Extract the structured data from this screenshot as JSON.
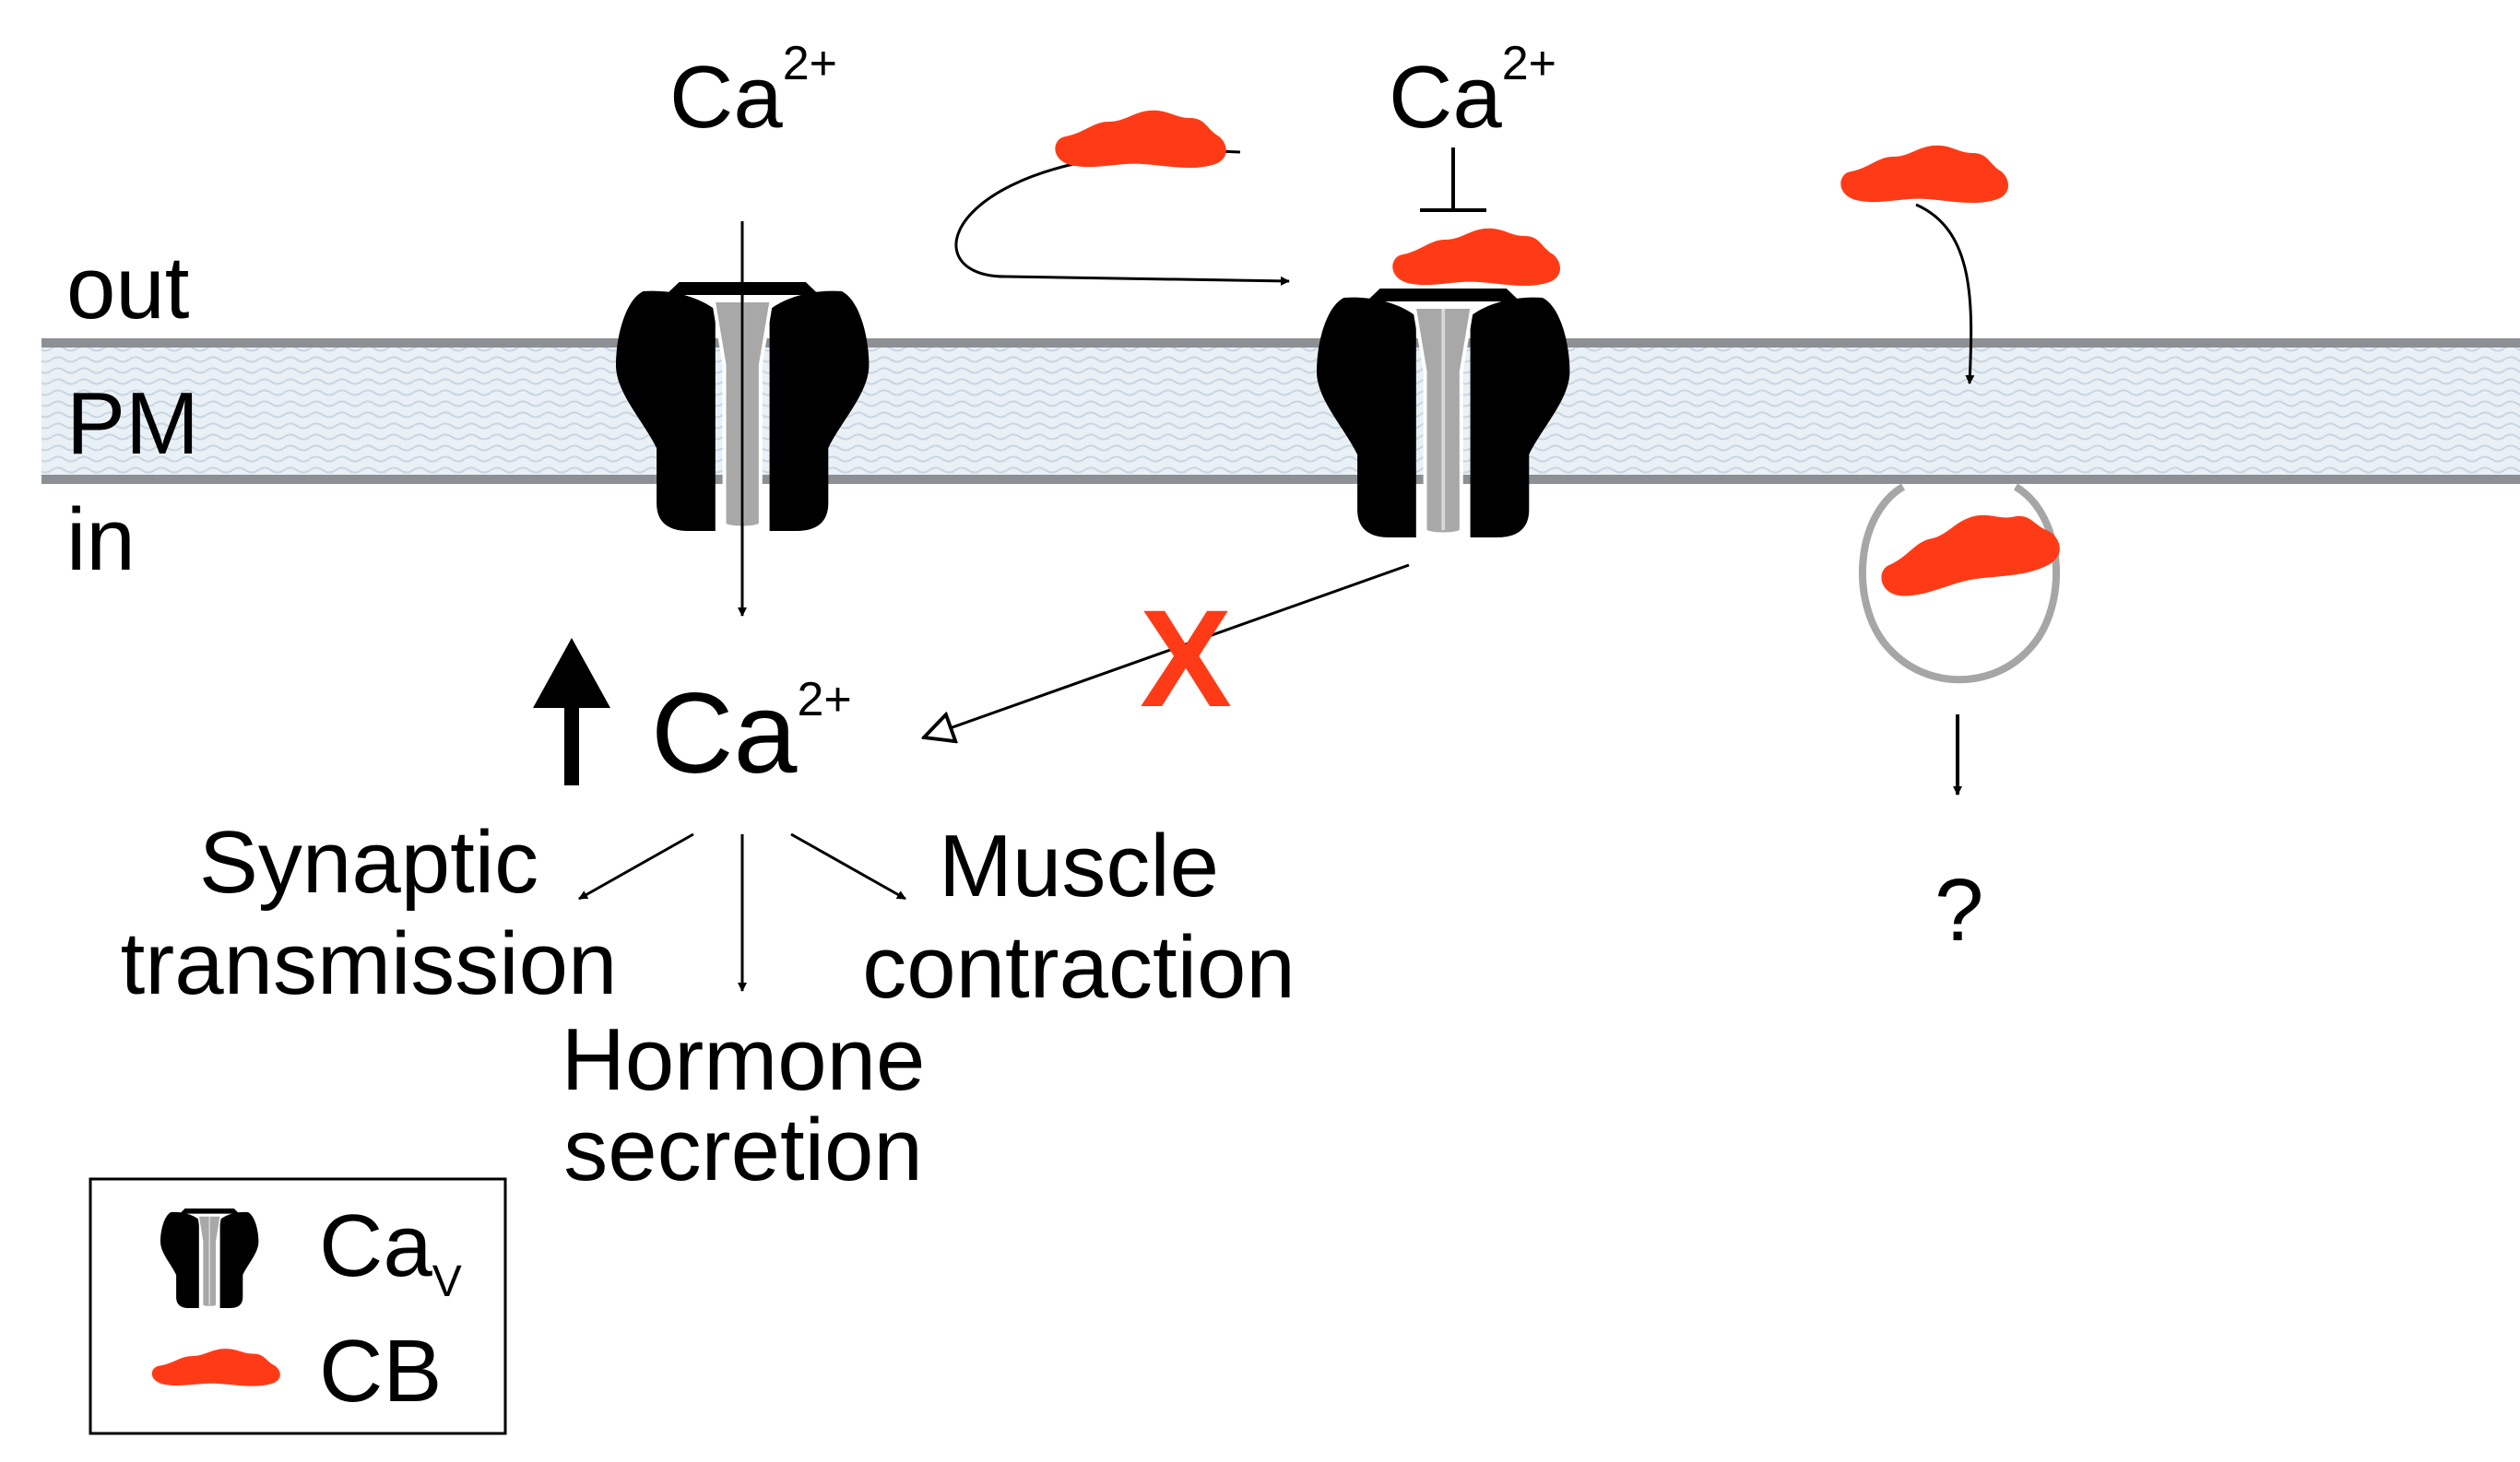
{
  "regions": {
    "out": "out",
    "membrane": "PM",
    "in": "in"
  },
  "ions": {
    "influx_label": "Ca",
    "influx_charge": "2+",
    "blocked_label": "Ca",
    "blocked_charge": "2+",
    "intracellular_label": "Ca",
    "intracellular_charge": "2+"
  },
  "blocked_mark": "X",
  "unknown_fate": "?",
  "outcomes": {
    "synaptic_line1": "Synaptic",
    "synaptic_line2": "transmission",
    "hormone_line1": "Hormone",
    "hormone_line2": "secretion",
    "muscle_line1": "Muscle",
    "muscle_line2": "contraction"
  },
  "legend": {
    "channel_label": "Ca",
    "channel_subscript": "V",
    "channel_icon": "calcium-channel-icon",
    "blocker_label": "CB",
    "blocker_icon": "cb-blob-icon"
  },
  "colors": {
    "cb_red": "#ff3b17",
    "blocked_x": "#ff3b17",
    "channel_black": "#000000",
    "pore_gray": "#a8a8a8",
    "membrane_line": "#8c9094",
    "membrane_fill": "#e9f0f6",
    "vesicle_gray": "#a6a6a6"
  }
}
